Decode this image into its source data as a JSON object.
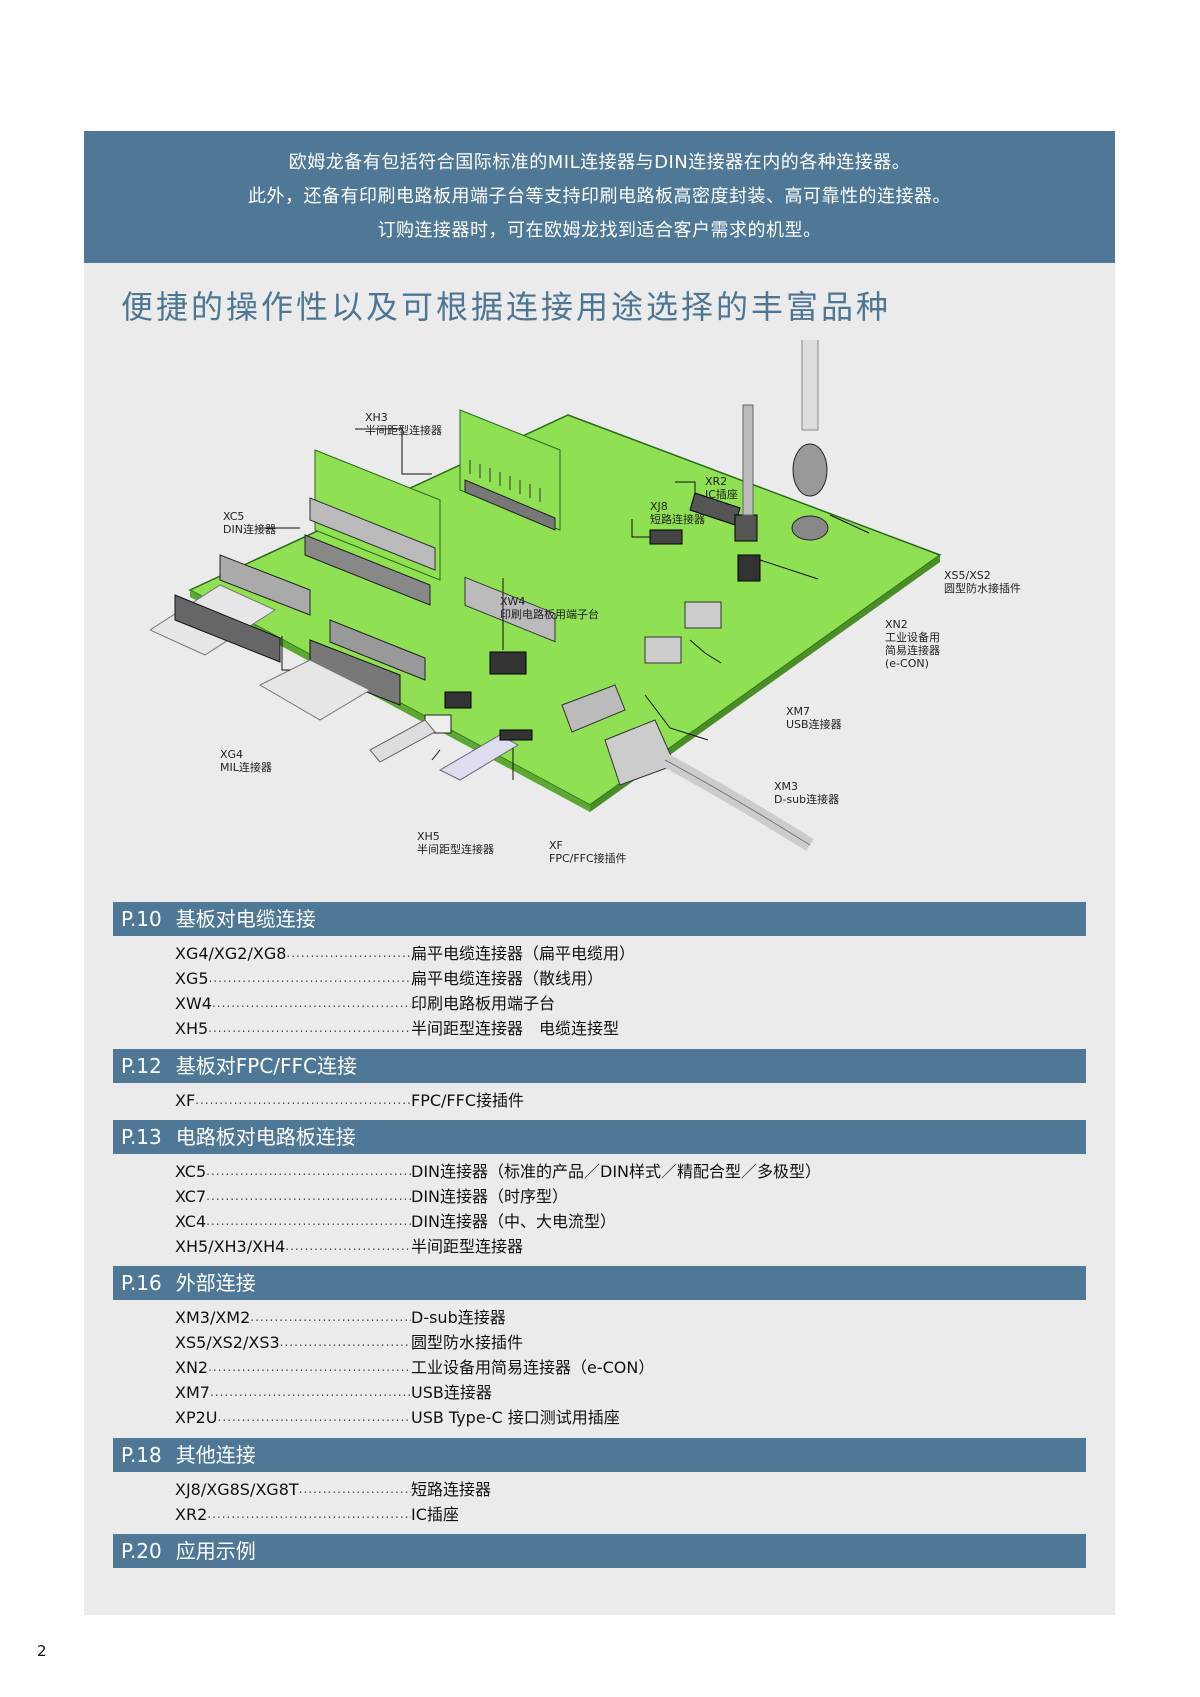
{
  "banner": {
    "lines": [
      "欧姆龙备有包括符合国际标准的MIL连接器与DIN连接器在内的各种连接器。",
      "此外，还备有印刷电路板用端子台等支持印刷电路板高密度封装、高可靠性的连接器。",
      "订购连接器时，可在欧姆龙找到适合客户需求的机型。"
    ]
  },
  "headline": "便捷的操作性以及可根据连接用途选择的丰富品种",
  "diagram": {
    "labels": {
      "xh3": [
        "XH3",
        "半间距型连接器"
      ],
      "xc5": [
        "XC5",
        "DIN连接器"
      ],
      "xr2": [
        "XR2",
        "IC插座"
      ],
      "xj8": [
        "XJ8",
        "短路连接器"
      ],
      "xw4": [
        "XW4",
        "印刷电路板用端子台"
      ],
      "xs5": [
        "XS5/XS2",
        "圆型防水接插件"
      ],
      "xn2": [
        "XN2",
        "工业设备用",
        "简易连接器",
        "(e-CON)"
      ],
      "xm7": [
        "XM7",
        "USB连接器"
      ],
      "xg4": [
        "XG4",
        "MIL连接器"
      ],
      "xm3": [
        "XM3",
        "D-sub连接器"
      ],
      "xh5": [
        "XH5",
        "半间距型连接器"
      ],
      "xf": [
        "XF",
        "FPC/FFC接插件"
      ]
    },
    "board_color": "#8fe052"
  },
  "sections": [
    {
      "page": "P.10",
      "title": "基板对电缆连接",
      "rows": [
        {
          "code": "XG4/XG2/XG8",
          "desc": "扁平电缆连接器（扁平电缆用）"
        },
        {
          "code": "XG5",
          "desc": "扁平电缆连接器（散线用）"
        },
        {
          "code": "XW4",
          "desc": "印刷电路板用端子台"
        },
        {
          "code": "XH5",
          "desc": "半间距型连接器　电缆连接型"
        }
      ]
    },
    {
      "page": "P.12",
      "title": "基板对FPC/FFC连接",
      "rows": [
        {
          "code": "XF",
          "desc": "FPC/FFC接插件"
        }
      ]
    },
    {
      "page": "P.13",
      "title": "电路板对电路板连接",
      "rows": [
        {
          "code": "XC5",
          "desc": "DIN连接器（标准的产品／DIN样式／精配合型／多极型）"
        },
        {
          "code": "XC7",
          "desc": "DIN连接器（时序型）"
        },
        {
          "code": "XC4",
          "desc": "DIN连接器（中、大电流型）"
        },
        {
          "code": "XH5/XH3/XH4",
          "desc": "半间距型连接器"
        }
      ]
    },
    {
      "page": "P.16",
      "title": "外部连接",
      "rows": [
        {
          "code": "XM3/XM2",
          "desc": "D-sub连接器"
        },
        {
          "code": "XS5/XS2/XS3",
          "desc": "圆型防水接插件"
        },
        {
          "code": "XN2",
          "desc": "工业设备用简易连接器（e-CON）"
        },
        {
          "code": "XM7",
          "desc": "USB连接器"
        },
        {
          "code": "XP2U",
          "desc": "USB Type-C 接口测试用插座"
        }
      ]
    },
    {
      "page": "P.18",
      "title": "其他连接",
      "rows": [
        {
          "code": "XJ8/XG8S/XG8T",
          "desc": "短路连接器"
        },
        {
          "code": "XR2",
          "desc": "IC插座"
        }
      ]
    },
    {
      "page": "P.20",
      "title": "应用示例",
      "rows": []
    }
  ],
  "page_number": "2",
  "colors": {
    "accent": "#4f7897",
    "panel": "#ebebeb",
    "headline": "#4c7694"
  }
}
